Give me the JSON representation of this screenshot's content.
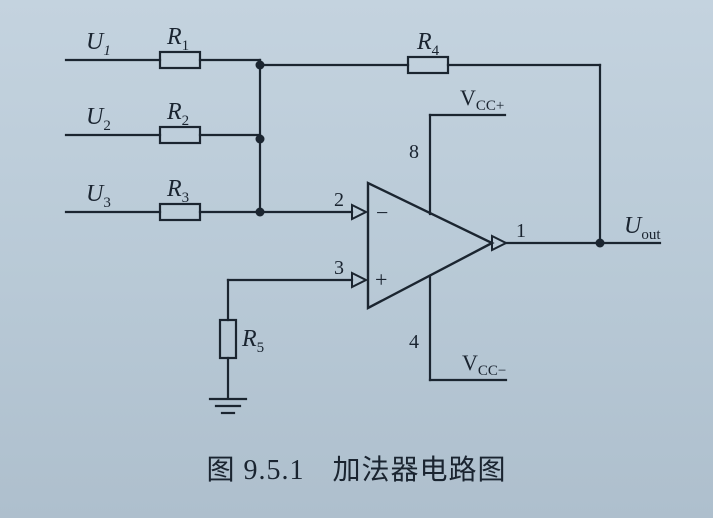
{
  "figure": {
    "inputs": [
      {
        "name": "U",
        "sub": "1"
      },
      {
        "name": "U",
        "sub": "2"
      },
      {
        "name": "U",
        "sub": "3"
      }
    ],
    "resistors": {
      "r1": {
        "name": "R",
        "sub": "1"
      },
      "r2": {
        "name": "R",
        "sub": "2"
      },
      "r3": {
        "name": "R",
        "sub": "3"
      },
      "r4": {
        "name": "R",
        "sub": "4"
      },
      "r5": {
        "name": "R",
        "sub": "5"
      }
    },
    "supply_pos": {
      "name": "V",
      "sub": "CC+"
    },
    "supply_neg": {
      "name": "V",
      "sub": "CC−"
    },
    "output": {
      "name": "U",
      "sub": "out"
    },
    "pins": {
      "inv": "2",
      "noninv": "3",
      "out": "1",
      "vpos": "8",
      "vneg": "4"
    },
    "signs": {
      "inv": "−",
      "noninv": "+"
    }
  },
  "caption": {
    "number": "图 9.5.1",
    "title": "加法器电路图"
  }
}
